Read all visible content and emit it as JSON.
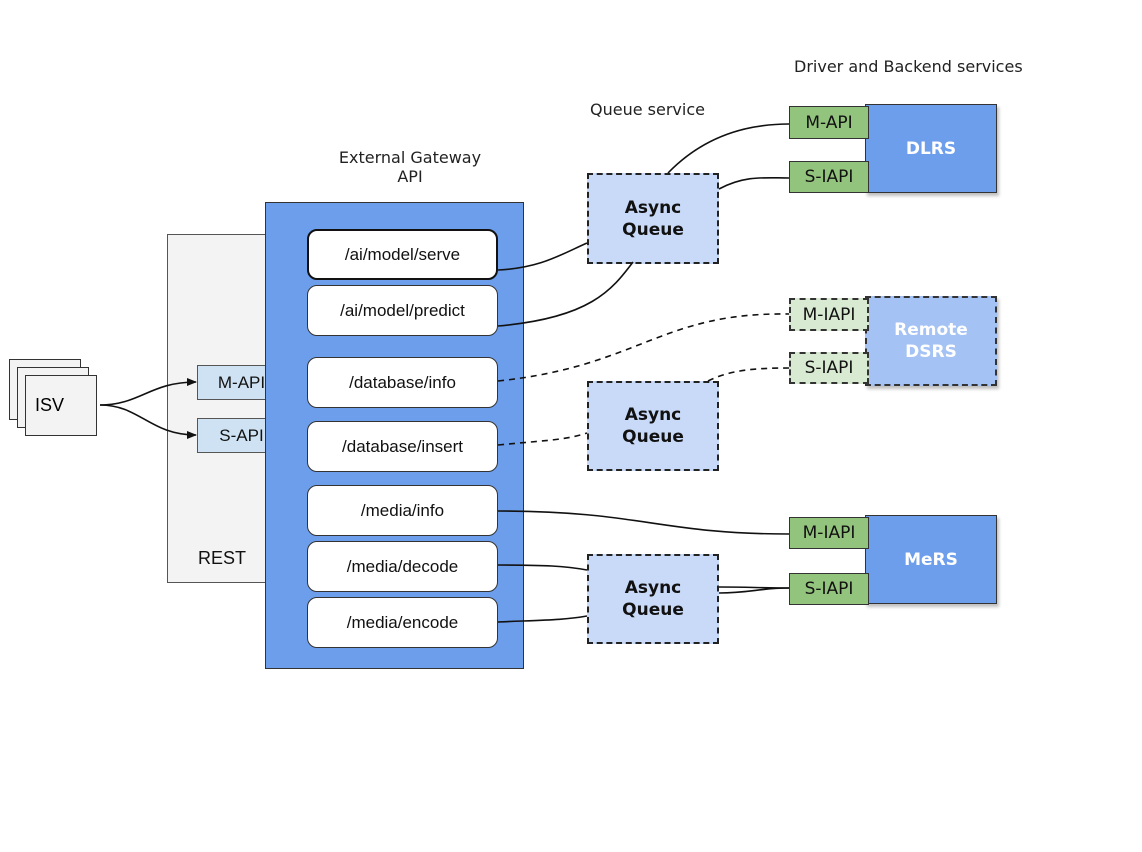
{
  "labels": {
    "driver_backend": "Driver and Backend services",
    "queue_service": "Queue service",
    "gateway_line1": "External Gateway",
    "gateway_line2": "API",
    "rest": "REST"
  },
  "client": {
    "label": "ISV"
  },
  "rest_tabs": {
    "m_api": "M-API",
    "s_api": "S-API"
  },
  "endpoints": {
    "ai_serve": "/ai/model/serve",
    "ai_predict": "/ai/model/predict",
    "db_info": "/database/info",
    "db_insert": "/database/insert",
    "media_info": "/media/info",
    "media_decode": "/media/decode",
    "media_encode": "/media/encode"
  },
  "queues": {
    "q1_line1": "Async",
    "q1_line2": "Queue",
    "q2_line1": "Async",
    "q2_line2": "Queue",
    "q3_line1": "Async",
    "q3_line2": "Queue"
  },
  "services": {
    "dlrs": {
      "name": "DLRS",
      "m_label": "M-API",
      "s_label": "S-IAPI"
    },
    "dsrs": {
      "name_line1": "Remote",
      "name_line2": "DSRS",
      "m_label": "M-IAPI",
      "s_label": "S-IAPI"
    },
    "mers": {
      "name": "MeRS",
      "m_label": "M-IAPI",
      "s_label": "S-IAPI"
    }
  },
  "colors": {
    "gateway_blue": "#6d9eeb",
    "queue_blue": "#c9daf8",
    "remote_blue": "#a4c2f4",
    "tab_blue": "#cfe2f3",
    "iapi_green": "#93c47d",
    "remote_green": "#d9ead3",
    "panel_gray": "#f3f3f3"
  }
}
